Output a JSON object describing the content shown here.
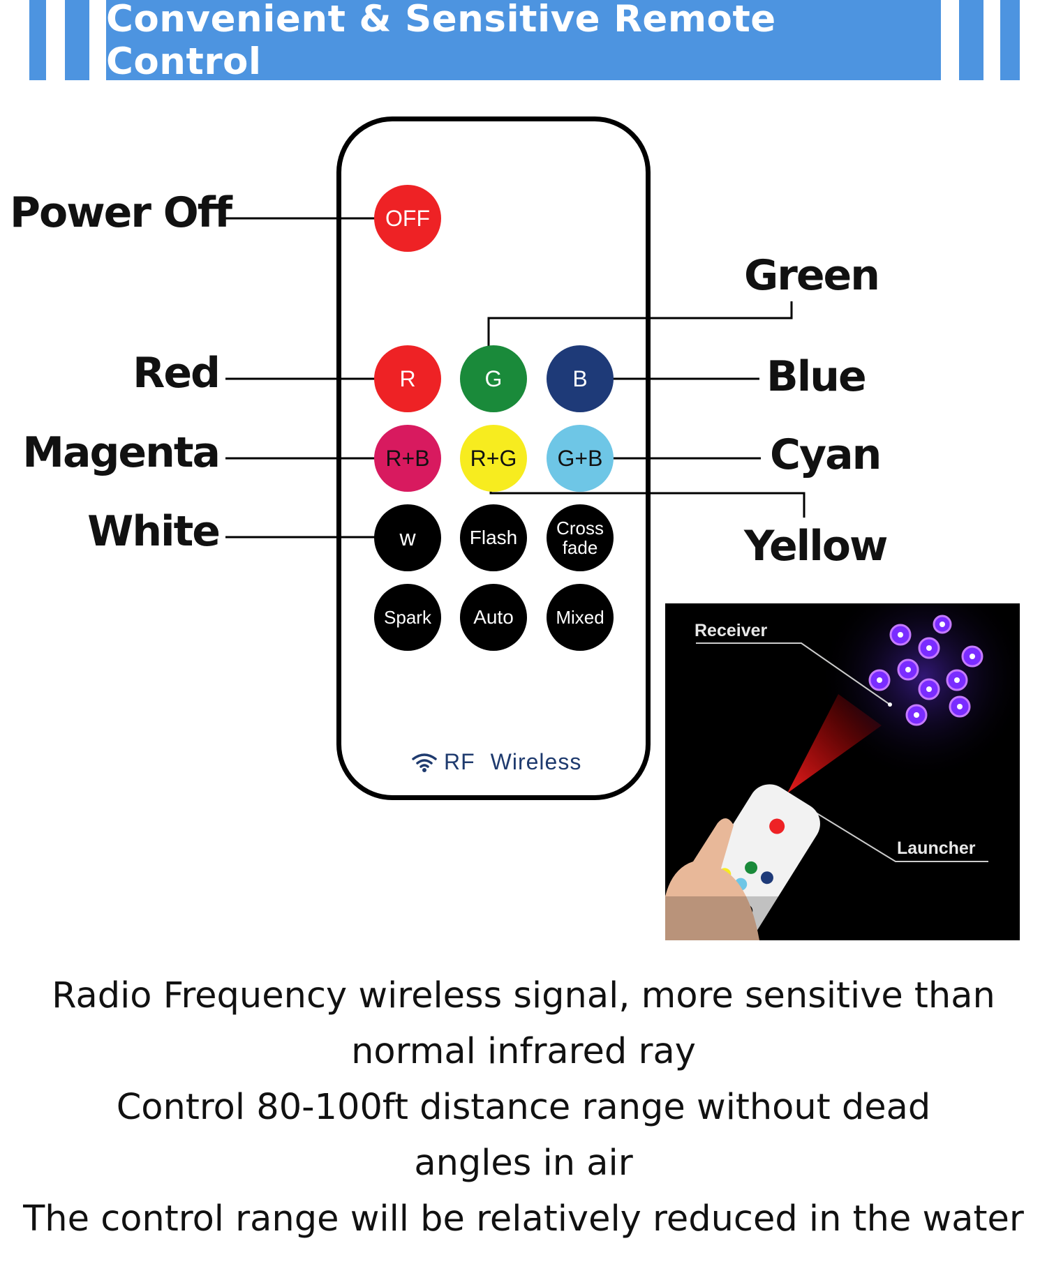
{
  "header": {
    "title": "Convenient & Sensitive Remote Control"
  },
  "remote": {
    "buttons": [
      {
        "id": "off",
        "label": "OFF",
        "color": "#ee2225",
        "text_color": "#ffffff"
      },
      {
        "id": "r",
        "label": "R",
        "color": "#ee2225",
        "text_color": "#ffffff"
      },
      {
        "id": "g",
        "label": "G",
        "color": "#1a8a3a",
        "text_color": "#ffffff"
      },
      {
        "id": "b",
        "label": "B",
        "color": "#1e3a78",
        "text_color": "#ffffff"
      },
      {
        "id": "rb",
        "label": "R+B",
        "color": "#d81a5f",
        "text_color": "#111111"
      },
      {
        "id": "rg",
        "label": "R+G",
        "color": "#f7ec1f",
        "text_color": "#111111"
      },
      {
        "id": "gb",
        "label": "G+B",
        "color": "#6ec6e6",
        "text_color": "#111111"
      },
      {
        "id": "w",
        "label": "w",
        "color": "#000000",
        "text_color": "#ffffff"
      },
      {
        "id": "flash",
        "label": "Flash",
        "color": "#000000",
        "text_color": "#ffffff"
      },
      {
        "id": "crossfade",
        "label": "Cross\nfade",
        "color": "#000000",
        "text_color": "#ffffff"
      },
      {
        "id": "spark",
        "label": "Spark",
        "color": "#000000",
        "text_color": "#ffffff"
      },
      {
        "id": "auto",
        "label": "Auto",
        "color": "#000000",
        "text_color": "#ffffff"
      },
      {
        "id": "mixed",
        "label": "Mixed",
        "color": "#000000",
        "text_color": "#ffffff"
      }
    ],
    "footer": {
      "rf": "RF",
      "wireless": "Wireless",
      "icon": "wifi-icon"
    }
  },
  "callouts": {
    "power_off": "Power Off",
    "red": "Red",
    "magenta": "Magenta",
    "white": "White",
    "green": "Green",
    "blue": "Blue",
    "cyan": "Cyan",
    "yellow": "Yellow"
  },
  "photo": {
    "receiver": "Receiver",
    "launcher": "Launcher"
  },
  "description": {
    "line1": "Radio Frequency wireless signal, more sensitive than",
    "line2": "normal infrared ray",
    "line3": "Control 80-100ft distance range without dead",
    "line4": "angles in air",
    "line5": "The control range will be relatively reduced in the water"
  },
  "colors": {
    "banner": "#4d94e0",
    "text": "#111111"
  }
}
